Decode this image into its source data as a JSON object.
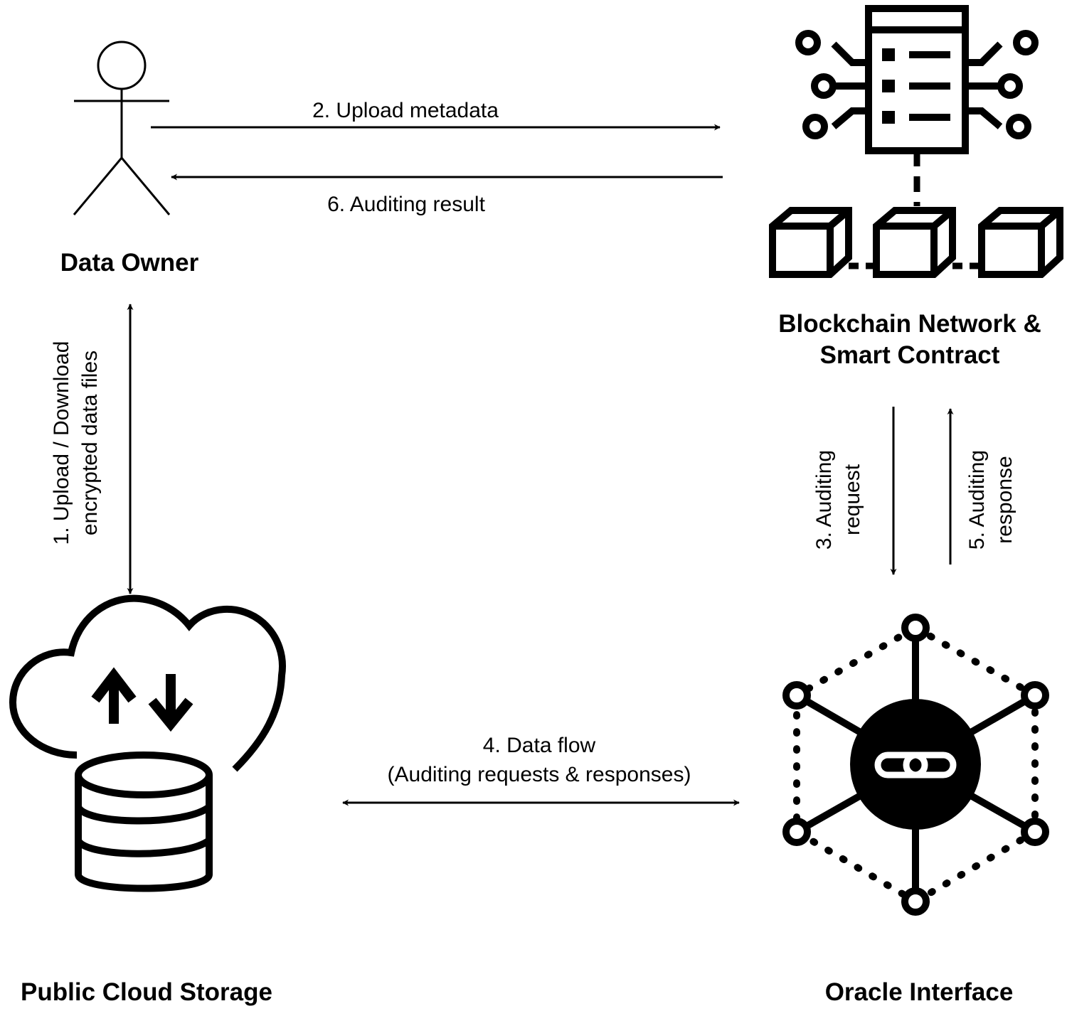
{
  "entities": {
    "data_owner": {
      "label": "Data Owner"
    },
    "blockchain": {
      "label_line1": "Blockchain Network &",
      "label_line2": "Smart Contract"
    },
    "cloud": {
      "label": "Public Cloud Storage"
    },
    "oracle": {
      "label": "Oracle Interface"
    }
  },
  "flows": {
    "upload_files": {
      "line1": "1. Upload / Download",
      "line2": "encrypted data files"
    },
    "upload_metadata": {
      "label": "2. Upload metadata"
    },
    "auditing_request": {
      "line1": "3. Auditing",
      "line2": "request"
    },
    "data_flow": {
      "line1": "4. Data flow",
      "line2": "(Auditing requests & responses)"
    },
    "auditing_response": {
      "line1": "5. Auditing",
      "line2": "response"
    },
    "auditing_result": {
      "label": "6. Auditing result"
    }
  },
  "icons": {
    "data_owner": "stick-figure-icon",
    "blockchain": "server-and-chained-blocks-icon",
    "cloud": "cloud-database-icon",
    "oracle": "oracle-network-link-icon"
  }
}
